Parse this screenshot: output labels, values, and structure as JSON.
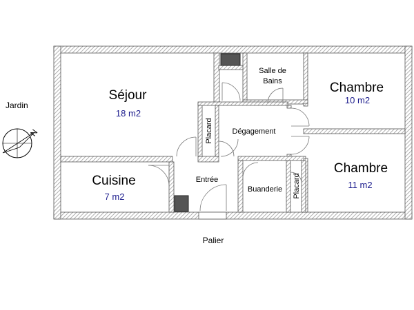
{
  "labels": {
    "garden": "Jardin",
    "landing": "Palier",
    "north": "N"
  },
  "rooms": {
    "sejour": {
      "name": "Séjour",
      "area": "18 m2"
    },
    "cuisine": {
      "name": "Cuisine",
      "area": "7 m2"
    },
    "chambre1": {
      "name": "Chambre",
      "area": "10 m2"
    },
    "chambre2": {
      "name": "Chambre",
      "area": "11 m2"
    },
    "salle_de_bains": {
      "line1": "Salle de",
      "line2": "Bains"
    },
    "degagement": {
      "name": "Dégagement"
    },
    "entree": {
      "name": "Entrée"
    },
    "buanderie": {
      "name": "Buanderie"
    },
    "placard1": {
      "name": "Placard"
    },
    "placard2": {
      "name": "Placard"
    }
  },
  "colors": {
    "area_text": "#1a1a8c",
    "wall_hatch": "#9a9a9a",
    "duct_fill": "#555555"
  }
}
